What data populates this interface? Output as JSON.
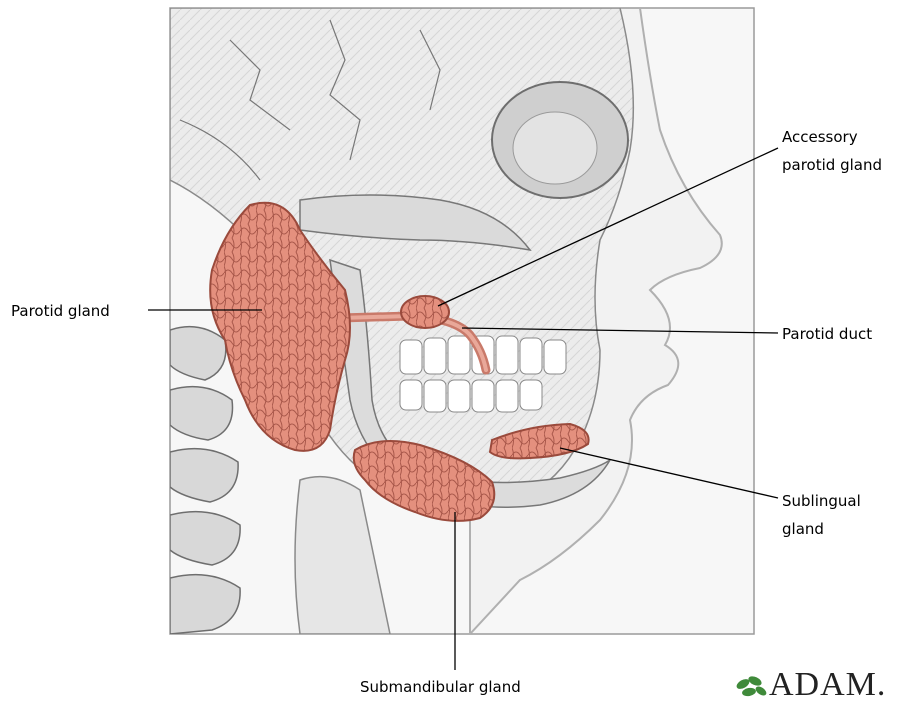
{
  "labels": {
    "parotid_gland": "Parotid gland",
    "accessory_parotid_line1": "Accessory",
    "accessory_parotid_line2": "parotid gland",
    "parotid_duct": "Parotid duct",
    "sublingual_line1": "Sublingual",
    "sublingual_line2": "gland",
    "submandibular_gland": "Submandibular gland"
  },
  "logo": {
    "text": "ADAM."
  },
  "colors": {
    "gland_fill": "#e4907e",
    "gland_stroke": "#9a4a3c",
    "bone_fill": "#ececec",
    "bone_stroke": "#8a8a8a",
    "skin_fill": "#f4f4f4",
    "frame": "#9a9a9a",
    "leader_line": "#000000"
  }
}
